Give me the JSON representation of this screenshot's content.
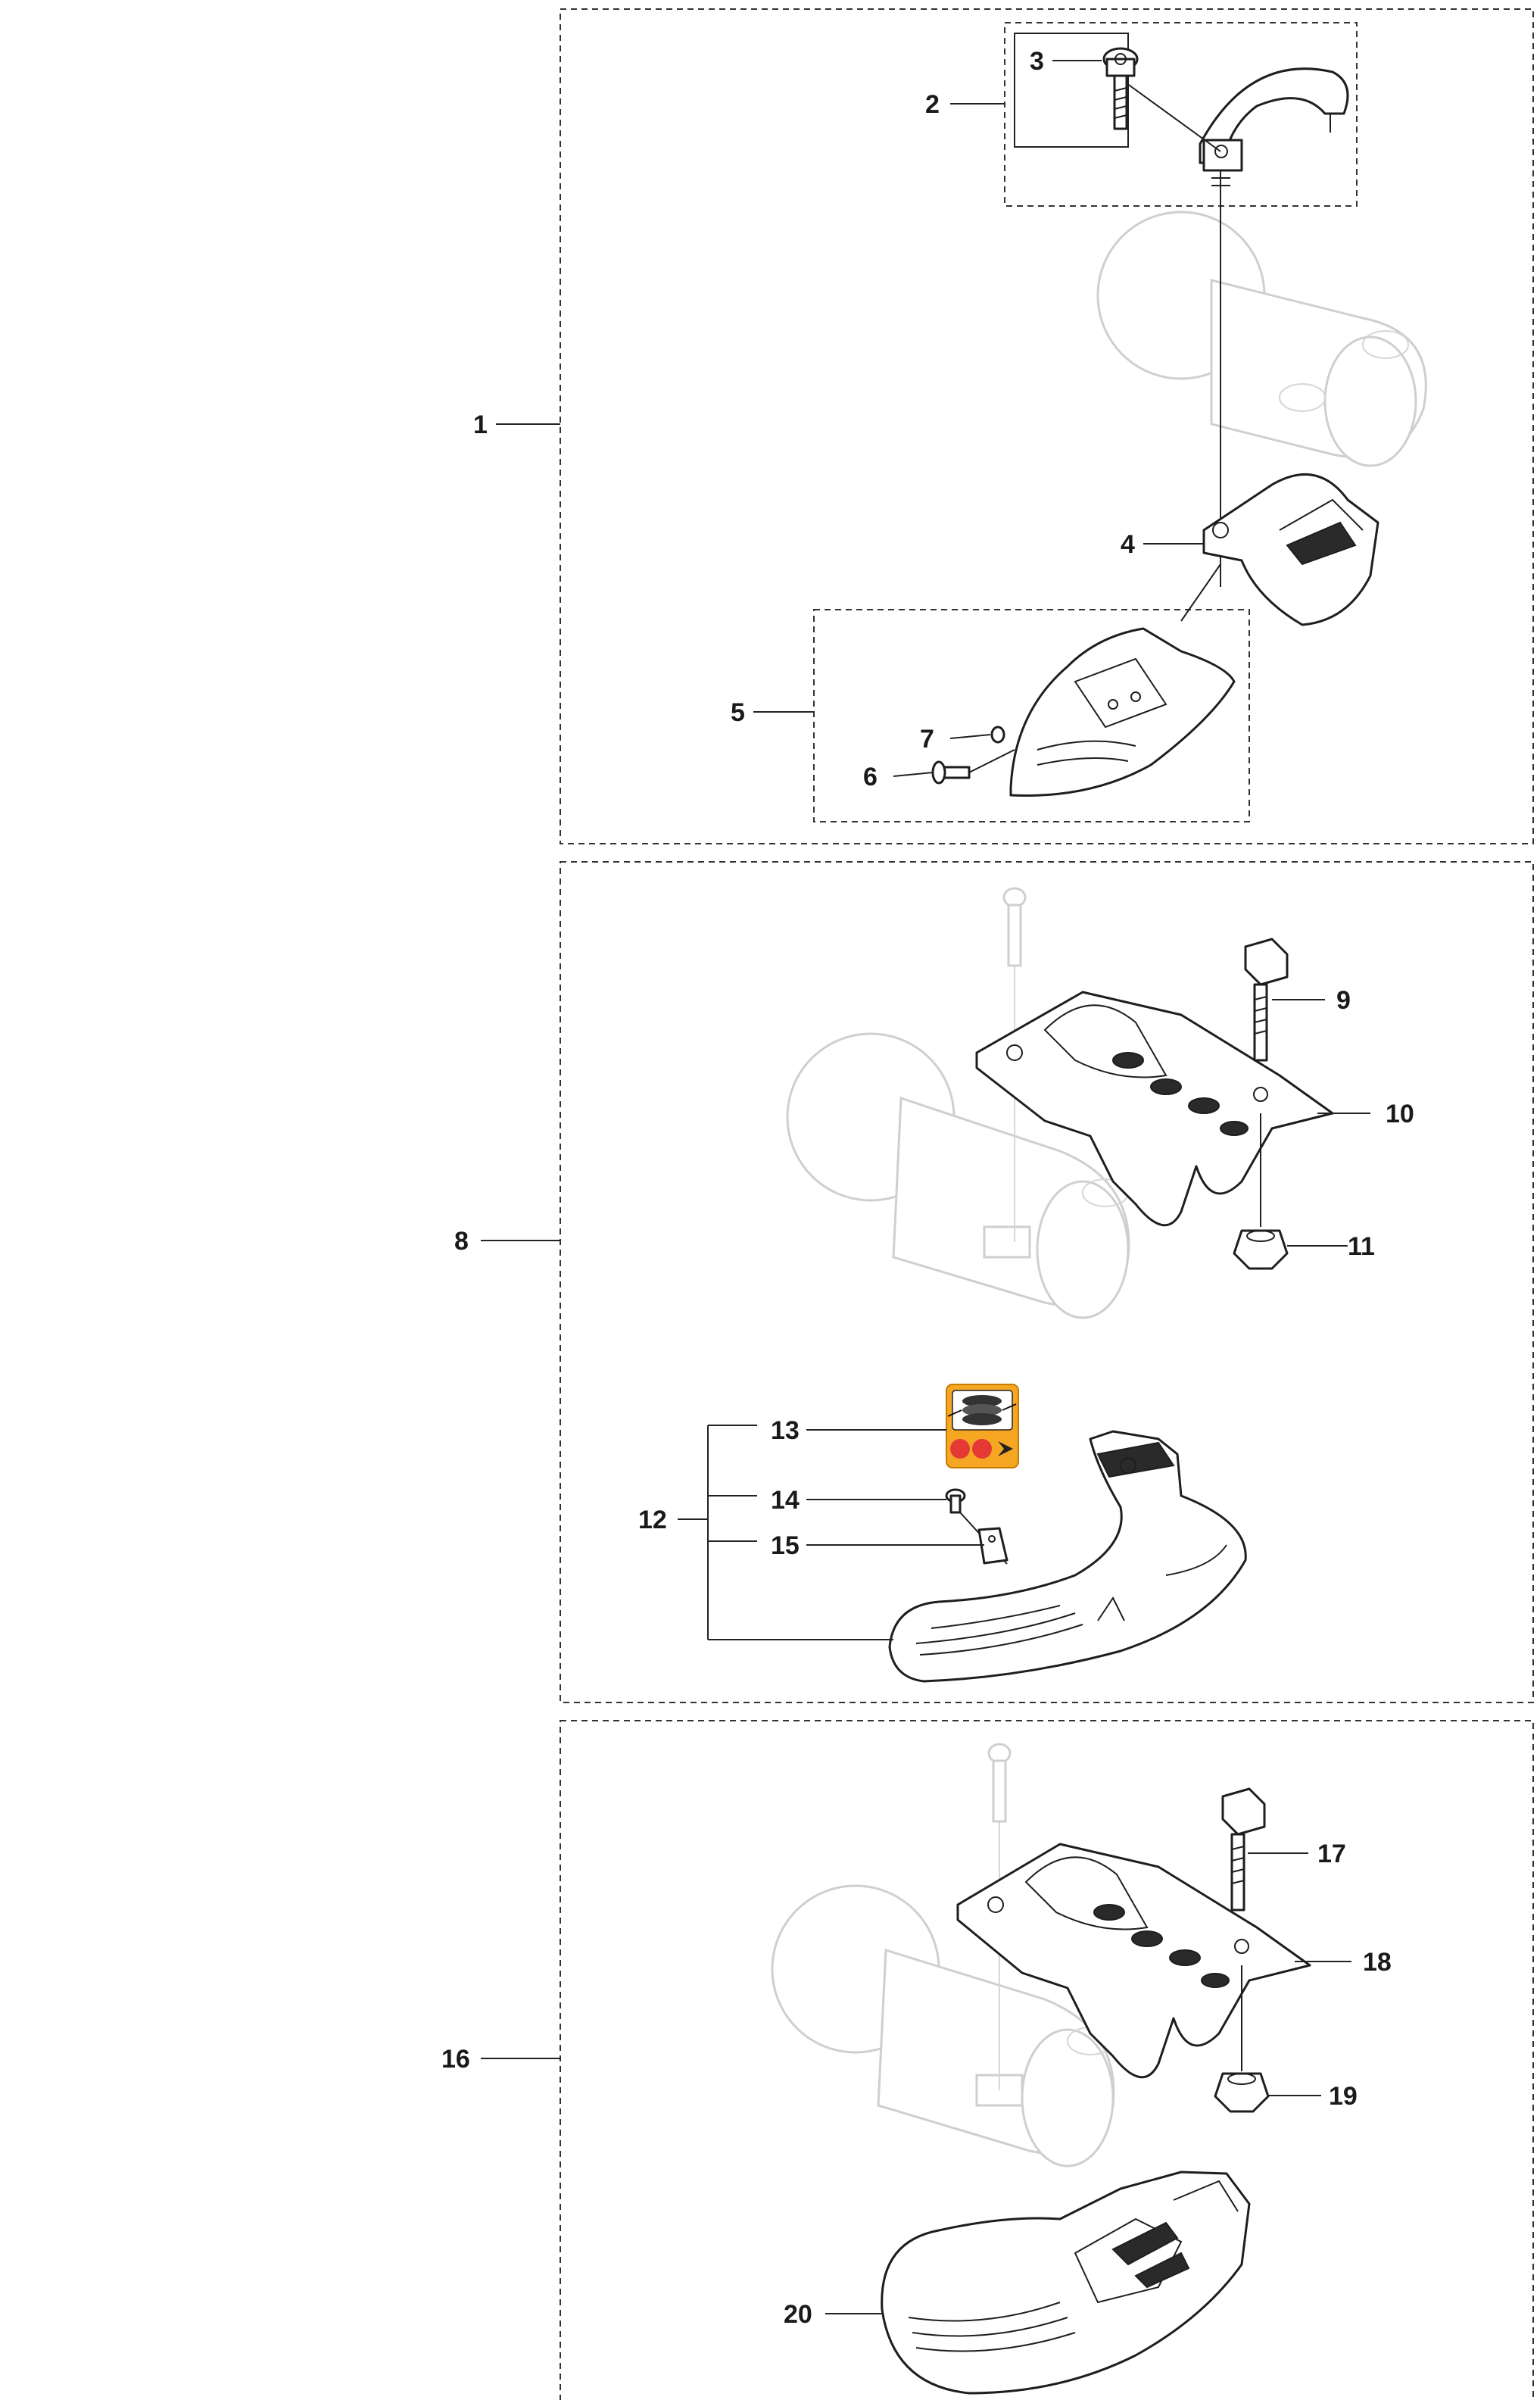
{
  "callouts": {
    "c1": "1",
    "c2": "2",
    "c3": "3",
    "c4": "4",
    "c5": "5",
    "c6": "6",
    "c7": "7",
    "c8": "8",
    "c9": "9",
    "c10": "10",
    "c11": "11",
    "c12": "12",
    "c13": "13",
    "c14": "14",
    "c15": "15",
    "c16": "16",
    "c17": "17",
    "c18": "18",
    "c19": "19",
    "c20": "20"
  },
  "colors": {
    "decal_bg": "#f5a623",
    "decal_dot": "#e53935",
    "ink": "#1e1e1e",
    "ghost": "#cfcfcf"
  },
  "icons": {
    "decal": "trimmer-head-decal-icon"
  }
}
